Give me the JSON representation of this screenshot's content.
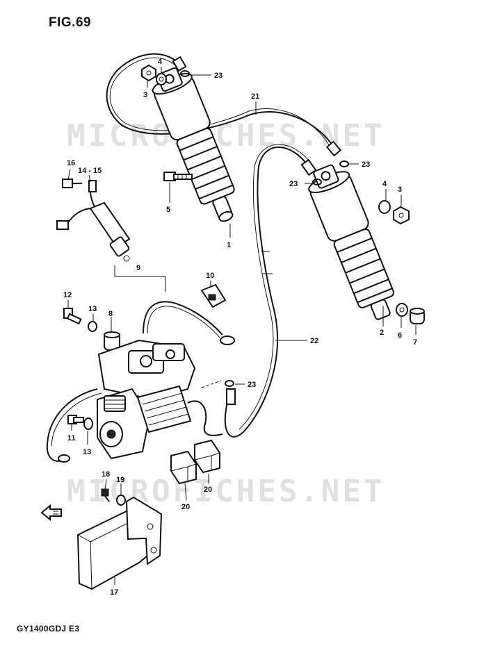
{
  "figure": {
    "title": "FIG.69",
    "model_code": "GY1400GDJ  E3"
  },
  "watermark": {
    "text": "MICROFICHES.NET"
  },
  "callouts": [
    {
      "id": "c1",
      "text": "1"
    },
    {
      "id": "c2",
      "text": "2"
    },
    {
      "id": "c3a",
      "text": "3"
    },
    {
      "id": "c3b",
      "text": "3"
    },
    {
      "id": "c4a",
      "text": "4"
    },
    {
      "id": "c4b",
      "text": "4"
    },
    {
      "id": "c5",
      "text": "5"
    },
    {
      "id": "c6",
      "text": "6"
    },
    {
      "id": "c7",
      "text": "7"
    },
    {
      "id": "c8",
      "text": "8"
    },
    {
      "id": "c9",
      "text": "9"
    },
    {
      "id": "c10",
      "text": "10"
    },
    {
      "id": "c11",
      "text": "11"
    },
    {
      "id": "c12",
      "text": "12"
    },
    {
      "id": "c13a",
      "text": "13"
    },
    {
      "id": "c13b",
      "text": "13"
    },
    {
      "id": "c14",
      "text": "14 - 15"
    },
    {
      "id": "c16",
      "text": "16"
    },
    {
      "id": "c17",
      "text": "17"
    },
    {
      "id": "c18",
      "text": "18"
    },
    {
      "id": "c19",
      "text": "19"
    },
    {
      "id": "c20a",
      "text": "20"
    },
    {
      "id": "c20b",
      "text": "20"
    },
    {
      "id": "c21",
      "text": "21"
    },
    {
      "id": "c22",
      "text": "22"
    },
    {
      "id": "c23a",
      "text": "23"
    },
    {
      "id": "c23b",
      "text": "23"
    },
    {
      "id": "c23c",
      "text": "23"
    },
    {
      "id": "c23d",
      "text": "23"
    }
  ]
}
